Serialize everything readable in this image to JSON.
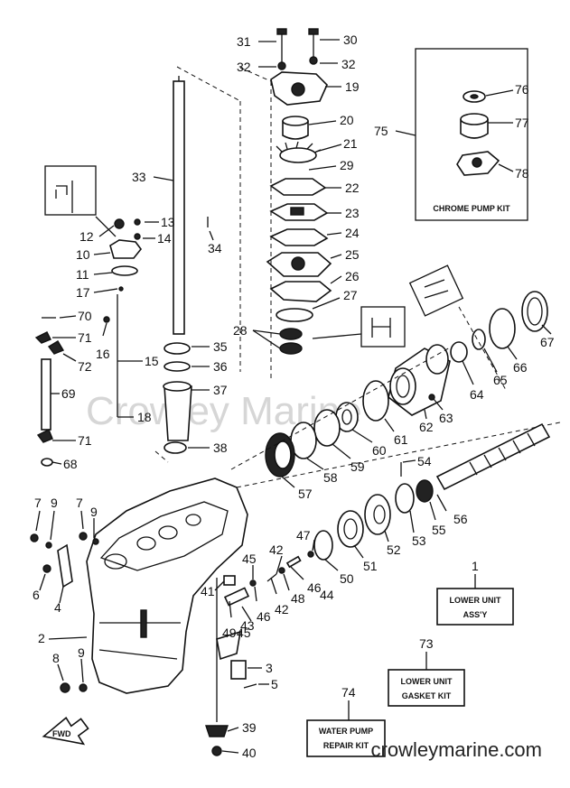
{
  "watermark": "Crowley Marine",
  "footer_url": "crowleymarine.com",
  "direction_label": "FWD",
  "kits": {
    "chrome_pump_kit": "CHROME PUMP KIT",
    "lower_unit_assy": [
      "LOWER UNIT",
      "ASS'Y"
    ],
    "lower_unit_gasket_kit": [
      "LOWER UNIT",
      "GASKET KIT"
    ],
    "water_pump_repair_kit": [
      "WATER PUMP",
      "REPAIR KIT"
    ]
  },
  "callouts": [
    {
      "id": "c31",
      "text": "31"
    },
    {
      "id": "c30",
      "text": "30"
    },
    {
      "id": "c32a",
      "text": "32"
    },
    {
      "id": "c32b",
      "text": "32"
    },
    {
      "id": "c19",
      "text": "19"
    },
    {
      "id": "c20",
      "text": "20"
    },
    {
      "id": "c21",
      "text": "21"
    },
    {
      "id": "c29",
      "text": "29"
    },
    {
      "id": "c22",
      "text": "22"
    },
    {
      "id": "c23",
      "text": "23"
    },
    {
      "id": "c24",
      "text": "24"
    },
    {
      "id": "c25",
      "text": "25"
    },
    {
      "id": "c26",
      "text": "26"
    },
    {
      "id": "c27",
      "text": "27"
    },
    {
      "id": "c28",
      "text": "28"
    },
    {
      "id": "c33",
      "text": "33"
    },
    {
      "id": "c34",
      "text": "34"
    },
    {
      "id": "c35",
      "text": "35"
    },
    {
      "id": "c36",
      "text": "36"
    },
    {
      "id": "c37",
      "text": "37"
    },
    {
      "id": "c38",
      "text": "38"
    },
    {
      "id": "c12",
      "text": "12"
    },
    {
      "id": "c13",
      "text": "13"
    },
    {
      "id": "c14",
      "text": "14"
    },
    {
      "id": "c10",
      "text": "10"
    },
    {
      "id": "c11",
      "text": "11"
    },
    {
      "id": "c17",
      "text": "17"
    },
    {
      "id": "c70",
      "text": "70"
    },
    {
      "id": "c71a",
      "text": "71"
    },
    {
      "id": "c72",
      "text": "72"
    },
    {
      "id": "c16",
      "text": "16"
    },
    {
      "id": "c15",
      "text": "15"
    },
    {
      "id": "c69",
      "text": "69"
    },
    {
      "id": "c18",
      "text": "18"
    },
    {
      "id": "c71b",
      "text": "71"
    },
    {
      "id": "c68",
      "text": "68"
    },
    {
      "id": "c75",
      "text": "75"
    },
    {
      "id": "c76",
      "text": "76"
    },
    {
      "id": "c77",
      "text": "77"
    },
    {
      "id": "c78",
      "text": "78"
    },
    {
      "id": "c67",
      "text": "67"
    },
    {
      "id": "c66",
      "text": "66"
    },
    {
      "id": "c65",
      "text": "65"
    },
    {
      "id": "c64",
      "text": "64"
    },
    {
      "id": "c63",
      "text": "63"
    },
    {
      "id": "c62",
      "text": "62"
    },
    {
      "id": "c61",
      "text": "61"
    },
    {
      "id": "c60",
      "text": "60"
    },
    {
      "id": "c59",
      "text": "59"
    },
    {
      "id": "c58",
      "text": "58"
    },
    {
      "id": "c57",
      "text": "57"
    },
    {
      "id": "c54",
      "text": "54"
    },
    {
      "id": "c56",
      "text": "56"
    },
    {
      "id": "c55",
      "text": "55"
    },
    {
      "id": "c53",
      "text": "53"
    },
    {
      "id": "c52",
      "text": "52"
    },
    {
      "id": "c51",
      "text": "51"
    },
    {
      "id": "c50",
      "text": "50"
    },
    {
      "id": "c47",
      "text": "47"
    },
    {
      "id": "c46a",
      "text": "46"
    },
    {
      "id": "c48",
      "text": "48"
    },
    {
      "id": "c44",
      "text": "44"
    },
    {
      "id": "c42a",
      "text": "42"
    },
    {
      "id": "c42b",
      "text": "42"
    },
    {
      "id": "c46b",
      "text": "46"
    },
    {
      "id": "c45a",
      "text": "45"
    },
    {
      "id": "c41",
      "text": "41"
    },
    {
      "id": "c43",
      "text": "43"
    },
    {
      "id": "c49",
      "text": "49"
    },
    {
      "id": "c45b",
      "text": "45"
    },
    {
      "id": "c7a",
      "text": "7"
    },
    {
      "id": "c9a",
      "text": "9"
    },
    {
      "id": "c7b",
      "text": "7"
    },
    {
      "id": "c9b",
      "text": "9"
    },
    {
      "id": "c6",
      "text": "6"
    },
    {
      "id": "c4",
      "text": "4"
    },
    {
      "id": "c2",
      "text": "2"
    },
    {
      "id": "c8",
      "text": "8"
    },
    {
      "id": "c9c",
      "text": "9"
    },
    {
      "id": "c3",
      "text": "3"
    },
    {
      "id": "c5",
      "text": "5"
    },
    {
      "id": "c39",
      "text": "39"
    },
    {
      "id": "c40",
      "text": "40"
    },
    {
      "id": "c1",
      "text": "1"
    },
    {
      "id": "c73",
      "text": "73"
    },
    {
      "id": "c74",
      "text": "74"
    }
  ]
}
